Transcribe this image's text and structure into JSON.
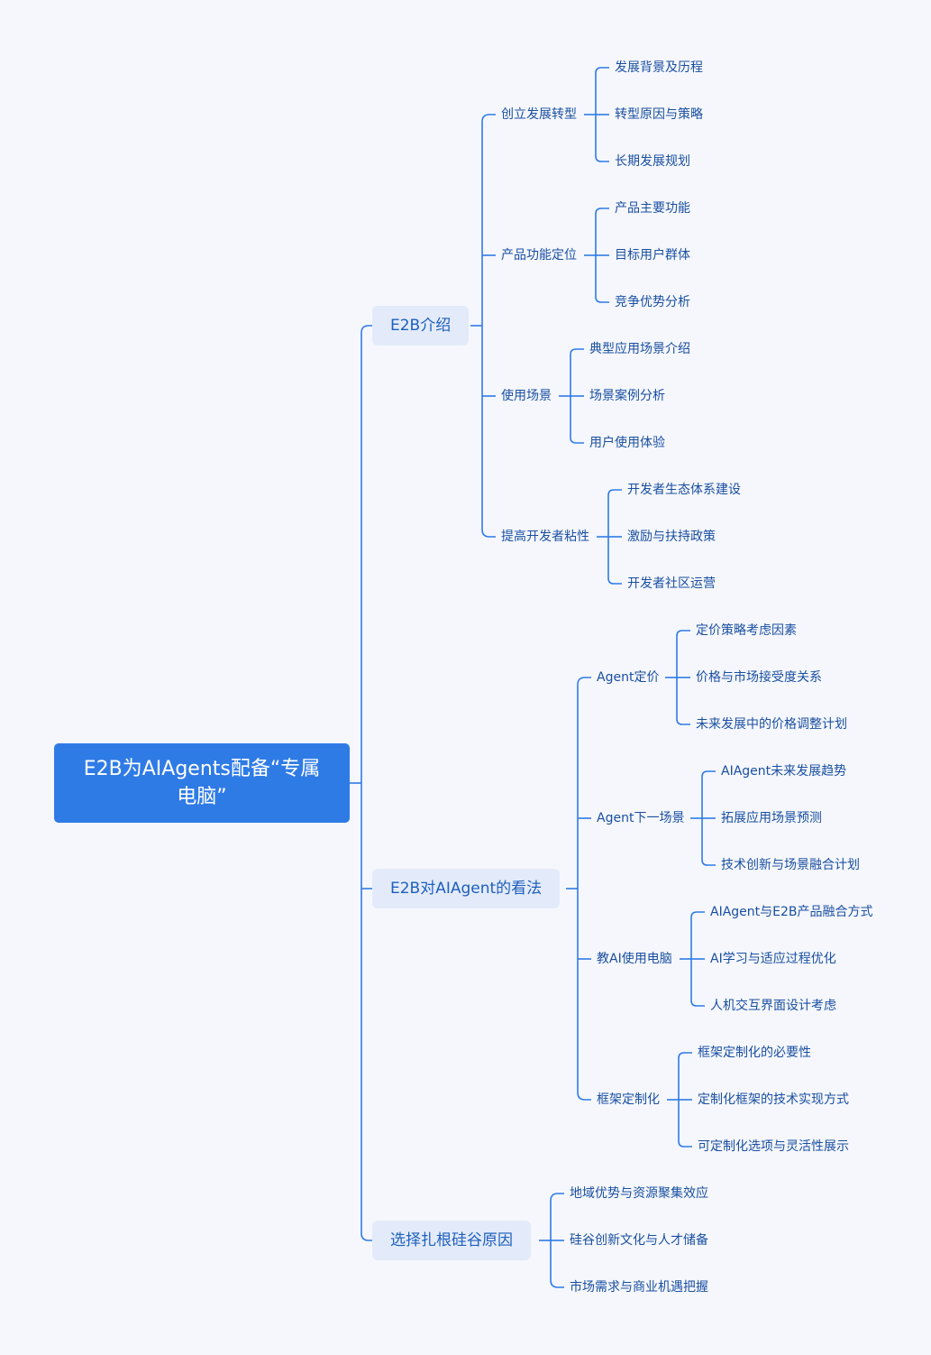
{
  "root": {
    "title": "E2B为AIAgents配备“专属电脑”"
  },
  "branches": [
    {
      "label": "E2B介绍",
      "children": [
        {
          "label": "创立发展转型",
          "children": [
            "发展背景及历程",
            "转型原因与策略",
            "长期发展规划"
          ]
        },
        {
          "label": "产品功能定位",
          "children": [
            "产品主要功能",
            "目标用户群体",
            "竞争优势分析"
          ]
        },
        {
          "label": "使用场景",
          "children": [
            "典型应用场景介绍",
            "场景案例分析",
            "用户使用体验"
          ]
        },
        {
          "label": "提高开发者粘性",
          "children": [
            "开发者生态体系建设",
            "激励与扶持政策",
            "开发者社区运营"
          ]
        }
      ]
    },
    {
      "label": "E2B对AIAgent的看法",
      "children": [
        {
          "label": "Agent定价",
          "children": [
            "定价策略考虑因素",
            "价格与市场接受度关系",
            "未来发展中的价格调整计划"
          ]
        },
        {
          "label": "Agent下一场景",
          "children": [
            "AIAgent未来发展趋势",
            "拓展应用场景预测",
            "技术创新与场景融合计划"
          ]
        },
        {
          "label": "教AI使用电脑",
          "children": [
            "AIAgent与E2B产品融合方式",
            "AI学习与适应过程优化",
            "人机交互界面设计考虑"
          ]
        },
        {
          "label": "框架定制化",
          "children": [
            "框架定制化的必要性",
            "定制化框架的技术实现方式",
            "可定制化选项与灵活性展示"
          ]
        }
      ]
    },
    {
      "label": "选择扎根硅谷原因",
      "children": [
        "地域优势与资源聚集效应",
        "硅谷创新文化与人才储备",
        "市场需求与商业机遇把握"
      ]
    }
  ],
  "colors": {
    "root_fill": "#2f7be6",
    "branch_fill": "#e3ebfa",
    "connector": "#2f7be6",
    "text": "#1a4fa0",
    "background": "#f5f7fd"
  }
}
